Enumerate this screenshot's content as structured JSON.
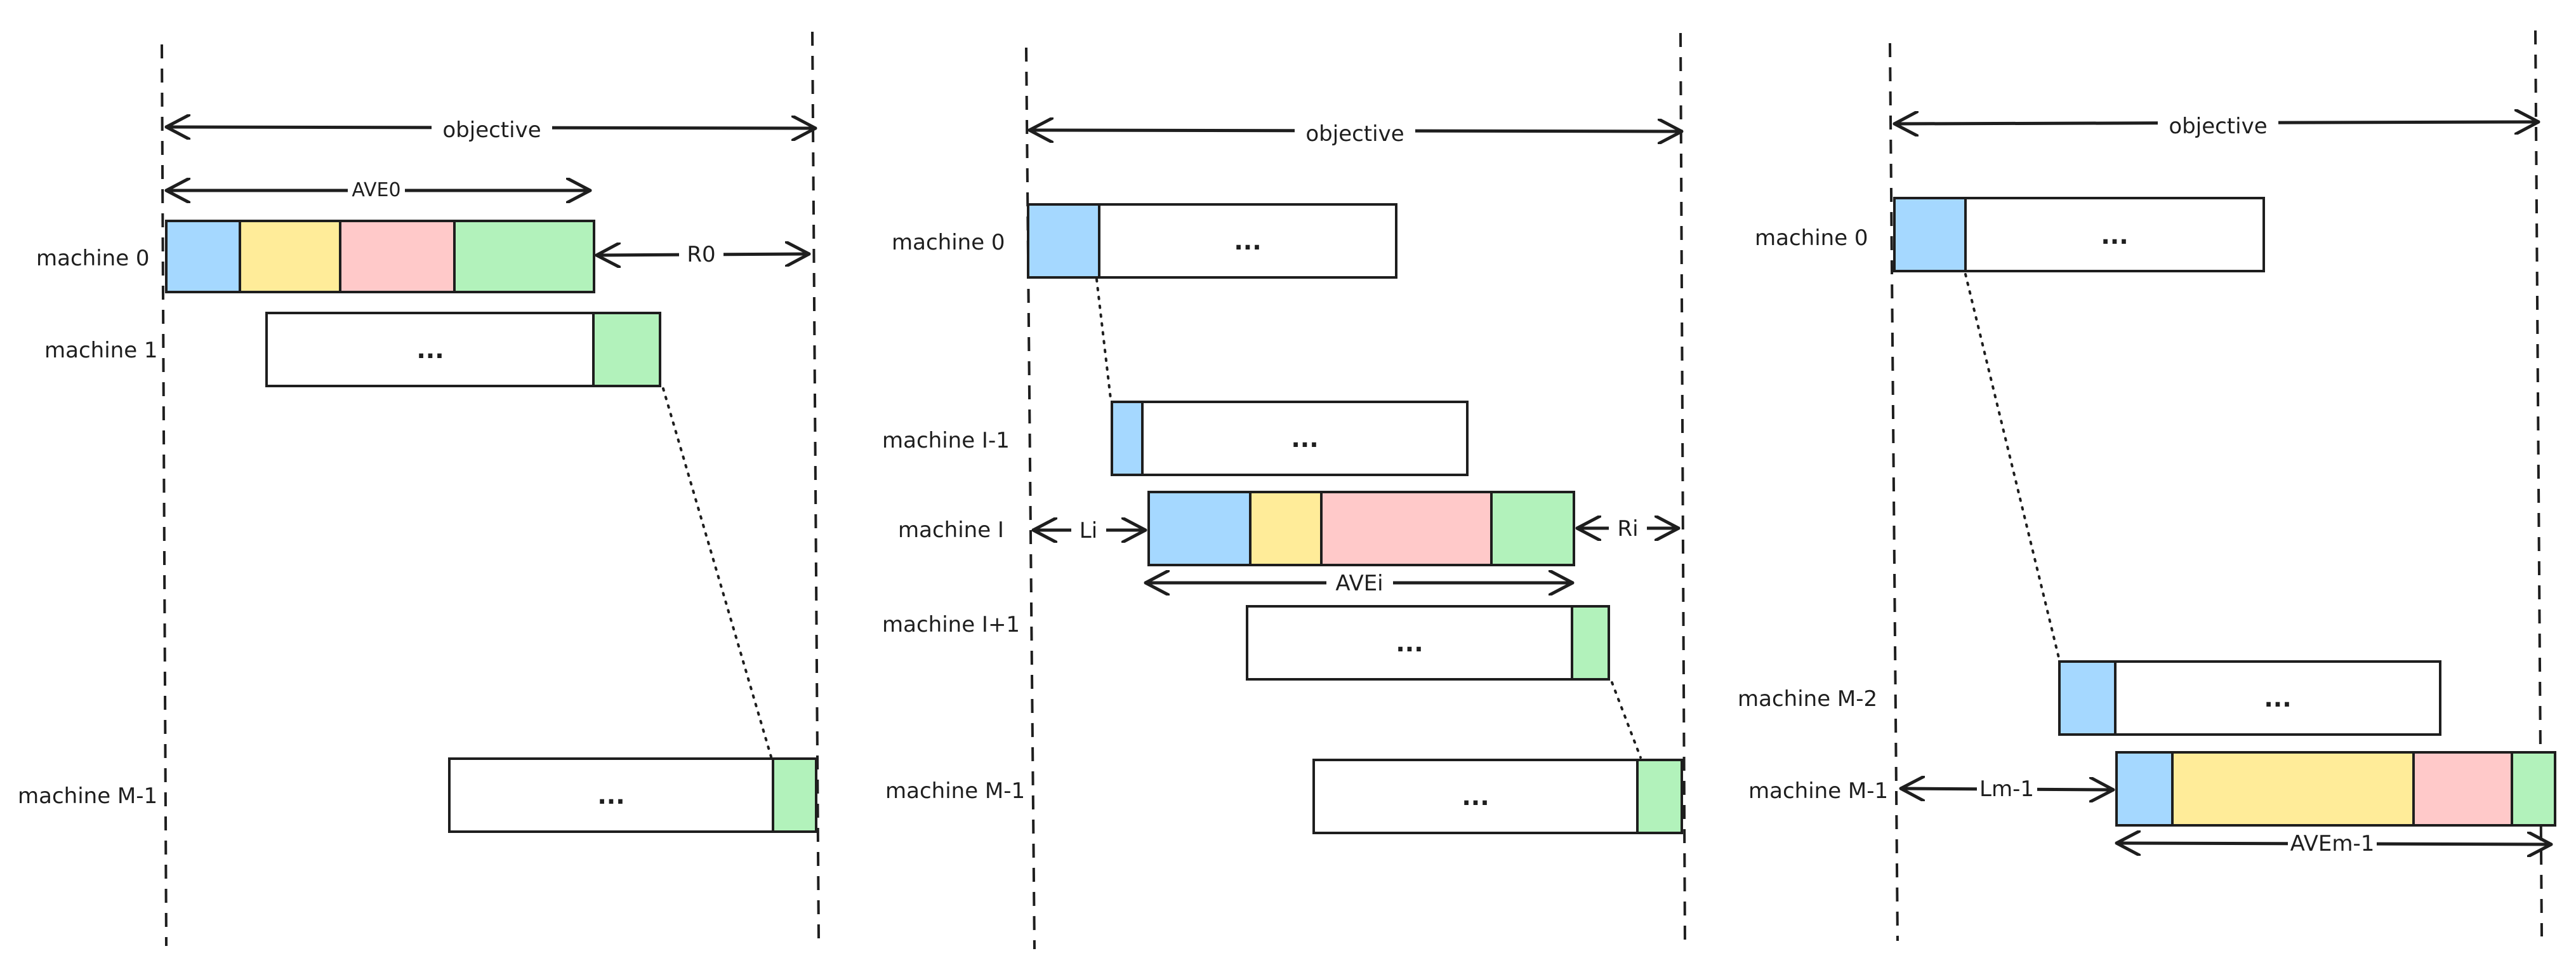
{
  "colors": {
    "blue": "#a5d8ff",
    "yellow": "#ffec99",
    "red": "#ffc9c9",
    "green": "#b2f2bb",
    "white": "#ffffff",
    "stroke": "#1e1e1e"
  },
  "panel1": {
    "objective": "objective",
    "ave": "AVE0",
    "r": "R0",
    "m0": "machine 0",
    "m1": "machine 1",
    "mM1": "machine M-1",
    "ellipsis1": "...",
    "ellipsis2": "..."
  },
  "panel2": {
    "objective": "objective",
    "m0": "machine 0",
    "mIm1": "machine I-1",
    "mI": "machine I",
    "mIp1": "machine I+1",
    "mM1": "machine M-1",
    "li": "Li",
    "ri": "Ri",
    "ave": "AVEi",
    "e0": "...",
    "e1": "...",
    "e2": "...",
    "e3": "..."
  },
  "panel3": {
    "objective": "objective",
    "m0": "machine 0",
    "mM2": "machine M-2",
    "mM1": "machine M-1",
    "l": "Lm-1",
    "ave": "AVEm-1",
    "e0": "...",
    "e1": "..."
  }
}
